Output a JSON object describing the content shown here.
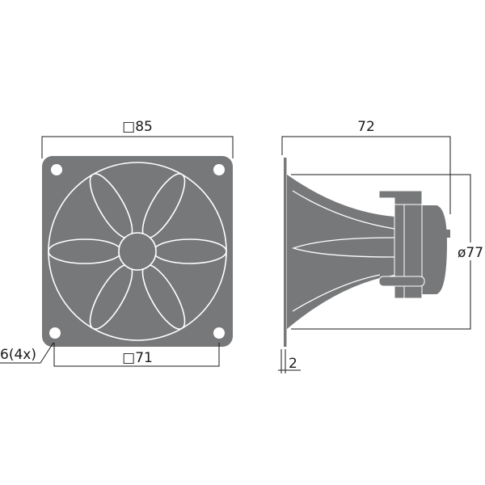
{
  "colors": {
    "body": "#77787a",
    "lines": "#1a1a1a",
    "detail": "#ffffff"
  },
  "front_view": {
    "width_label": "□85",
    "hole_spacing_label": "□71",
    "hole_label": "6(4x)"
  },
  "side_view": {
    "depth_label": "72",
    "diameter_label": "ø77",
    "flange_thickness_label": "2"
  }
}
